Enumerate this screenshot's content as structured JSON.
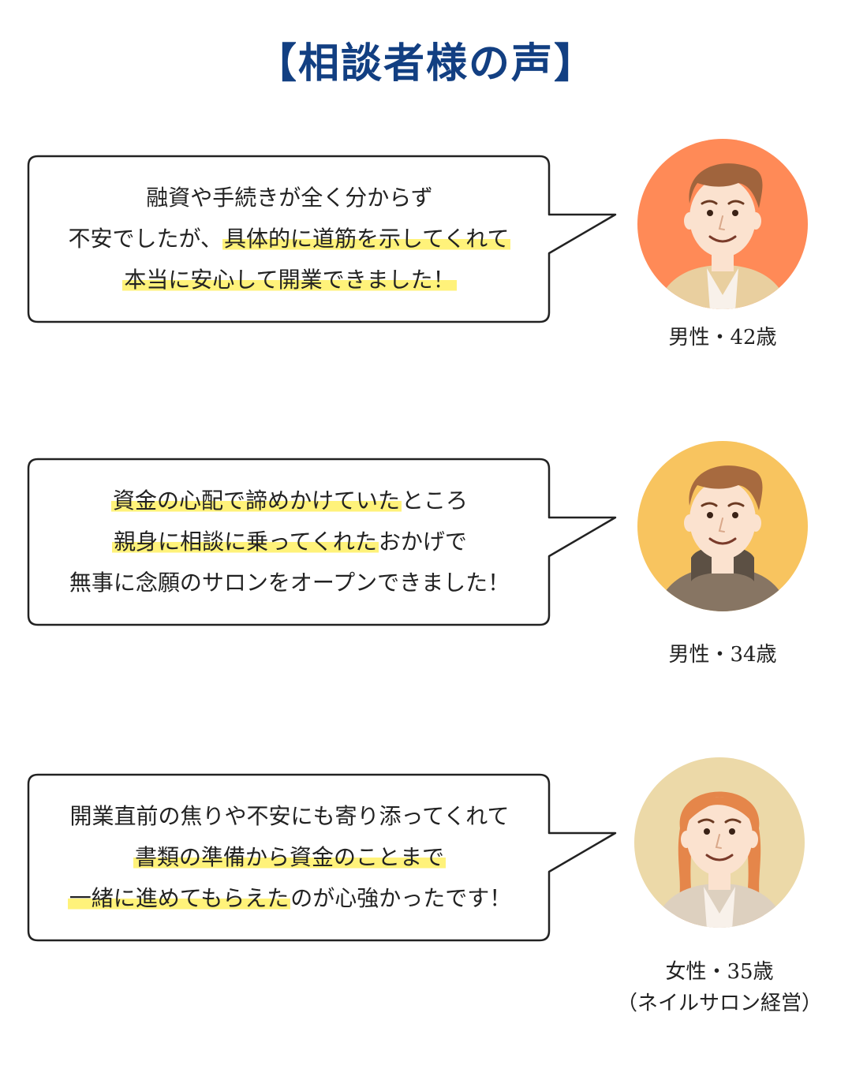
{
  "title": "【相談者様の声】",
  "testimonials": [
    {
      "lines": [
        [
          {
            "t": "融資や手続きが全く分からず",
            "h": false
          }
        ],
        [
          {
            "t": "不安でしたが、",
            "h": false
          },
          {
            "t": "具体的に道筋を示してくれて",
            "h": true
          }
        ],
        [
          {
            "t": "本当に安心して開業できました！",
            "h": true
          }
        ]
      ],
      "caption": [
        "男性・42歳"
      ],
      "avatar_icon": "man-avatar-icon",
      "colors": {
        "bg": "#ff8a57",
        "hair": "#a0643d",
        "skin": "#fbe2cf",
        "shirt": "#e9cf9f",
        "inner": "#f8f1ea"
      }
    },
    {
      "lines": [
        [
          {
            "t": "資金の心配で諦めかけていた",
            "h": true
          },
          {
            "t": "ところ",
            "h": false
          }
        ],
        [
          {
            "t": "親身に相談に乗ってくれた",
            "h": true
          },
          {
            "t": "おかげで",
            "h": false
          }
        ],
        [
          {
            "t": "無事に念願のサロンをオープンできました！",
            "h": false
          }
        ]
      ],
      "caption": [
        "男性・34歳"
      ],
      "avatar_icon": "man-avatar-icon",
      "colors": {
        "bg": "#f8c45f",
        "hair": "#a76a3f",
        "skin": "#fbe2cf",
        "shirt": "#877563",
        "inner": "#5c5044"
      }
    },
    {
      "lines": [
        [
          {
            "t": "開業直前の焦りや不安にも寄り添ってくれて",
            "h": false
          }
        ],
        [
          {
            "t": "書類の準備から資金のことまで",
            "h": true
          }
        ],
        [
          {
            "t": "一緒に進めてもらえた",
            "h": true
          },
          {
            "t": "のが心強かったです！",
            "h": false
          }
        ]
      ],
      "caption": [
        "女性・35歳",
        "（ネイルサロン経営）"
      ],
      "avatar_icon": "woman-avatar-icon",
      "colors": {
        "bg": "#ecd9a8",
        "hair": "#e5864a",
        "skin": "#fbe2cf",
        "shirt": "#ddd0bf",
        "inner": "#f8f1ea"
      }
    }
  ],
  "colors": {
    "title": "#123f82",
    "highlight": "#fff27a",
    "border": "#222222"
  }
}
